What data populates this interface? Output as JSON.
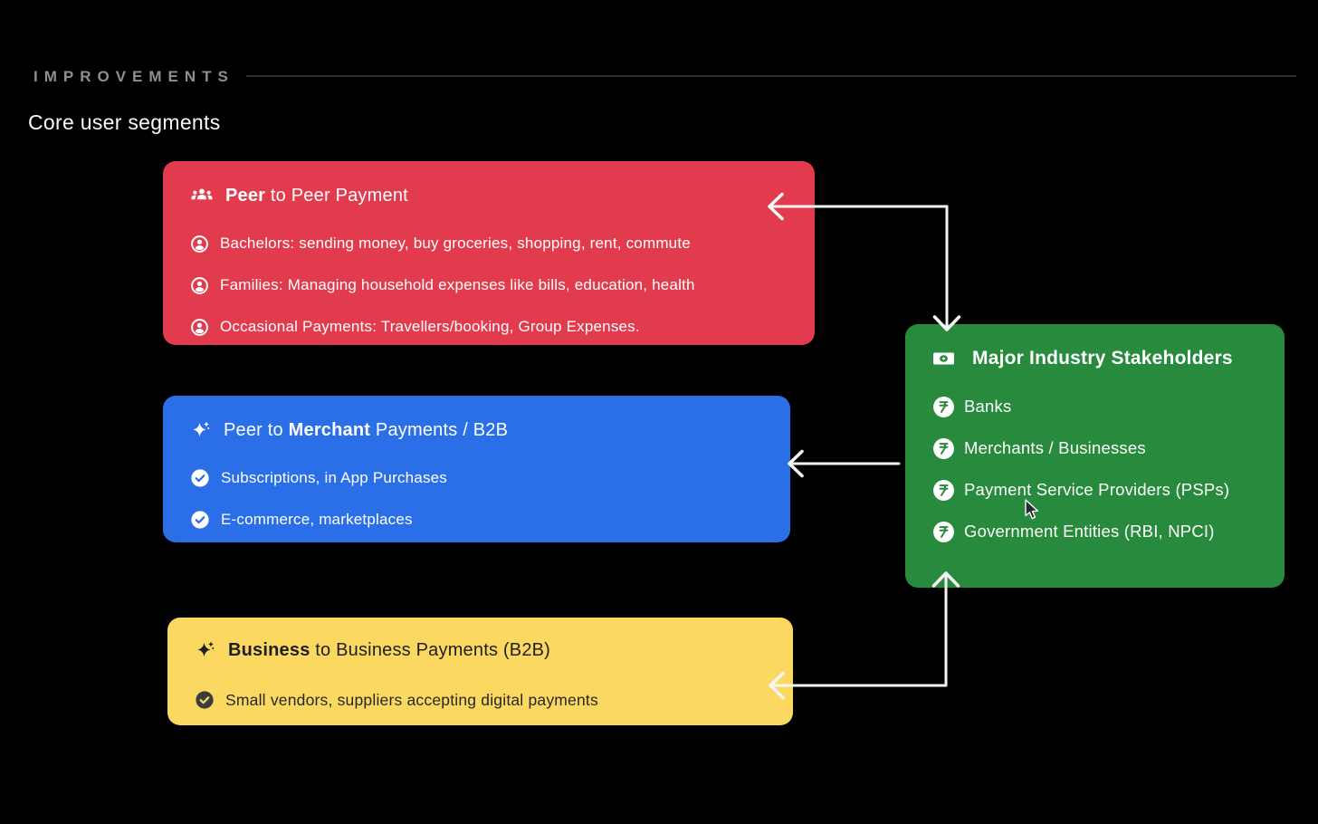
{
  "header": {
    "eyebrow": "IMPROVEMENTS",
    "title": "Core user segments"
  },
  "colors": {
    "background": "#000000",
    "card_red": "#E23B4E",
    "card_blue": "#2B6FE8",
    "card_yellow": "#FBD961",
    "card_green": "#288A3D",
    "arrow": "#F5F5F5",
    "eyebrow_text": "#8F8F8F",
    "dark_text_on_yellow": "#1F1F1F"
  },
  "cards": {
    "peer_to_peer": {
      "icon": "group-icon",
      "bullet_icon": "user-circle-icon",
      "title_pre": "",
      "title_bold": "Peer",
      "title_post": " to Peer Payment",
      "items": [
        "Bachelors: sending money, buy groceries, shopping, rent, commute",
        "Families: Managing household expenses like bills, education, health",
        "Occasional Payments: Travellers/booking, Group Expenses."
      ]
    },
    "peer_to_merchant": {
      "icon": "sparkle-icon",
      "bullet_icon": "check-circle-icon",
      "title_pre": "Peer to ",
      "title_bold": "Merchant",
      "title_post": " Payments / B2B",
      "items": [
        "Subscriptions, in App Purchases",
        "E-commerce, marketplaces"
      ]
    },
    "business_to_business": {
      "icon": "sparkle-icon",
      "bullet_icon": "check-circle-icon",
      "title_pre": "",
      "title_bold": "Business",
      "title_post": " to Business Payments (B2B)",
      "items": [
        "Small vendors, suppliers accepting digital payments"
      ]
    },
    "stakeholders": {
      "icon": "banknote-icon",
      "bullet_icon": "rupee-circle-icon",
      "title": "Major Industry Stakeholders",
      "items": [
        "Banks",
        "Merchants / Businesses",
        "Payment Service Providers (PSPs)",
        "Government Entities (RBI, NPCI)"
      ]
    }
  }
}
